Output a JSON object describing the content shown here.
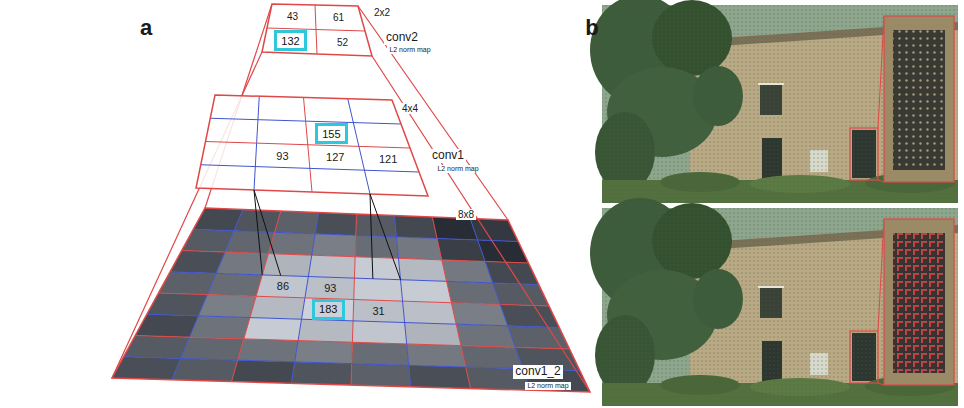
{
  "diagram": {
    "nodes": [
      {
        "text": [
          "132"
        ]
      },
      {
        "text": [
          "155"
        ]
      },
      {
        "text": [
          "183"
        ]
      }
    ],
    "labels": [
      "a",
      "b",
      "2x2",
      "43",
      "61",
      "52",
      "conv2",
      "L2 norm map",
      "4x4",
      "93",
      "127",
      "121",
      "conv1",
      "L2 norm map",
      "8x8",
      "86",
      "93",
      "31",
      "conv1_2",
      "L2 norm map"
    ]
  }
}
